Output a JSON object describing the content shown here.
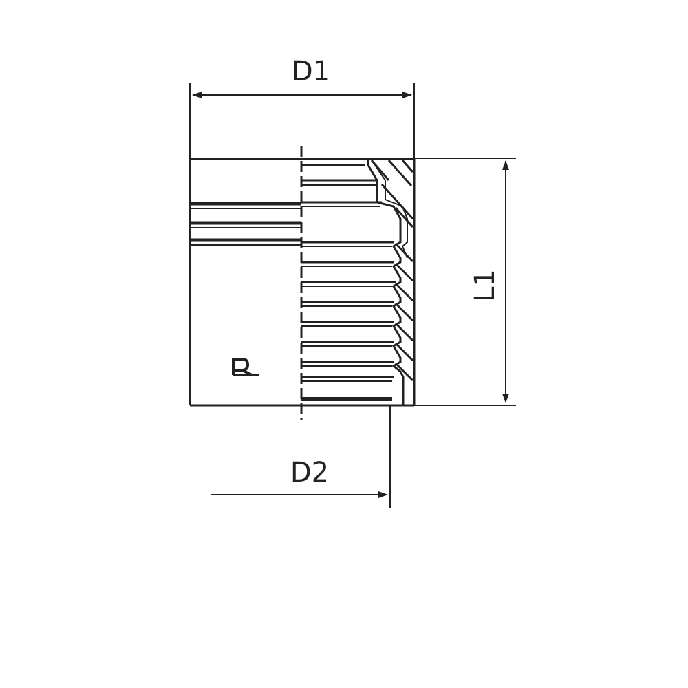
{
  "dimensions": {
    "d1": "D1",
    "d2": "D2",
    "l1": "L1"
  },
  "colors": {
    "line": "#222222",
    "background": "#ffffff"
  },
  "icons": {
    "part_mark": "stamped-mark-icon"
  }
}
